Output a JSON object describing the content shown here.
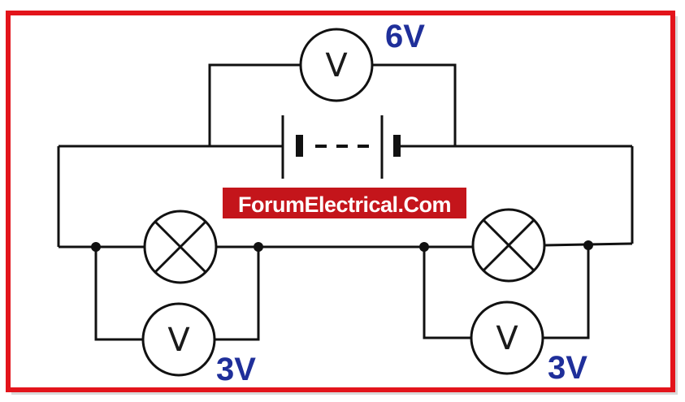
{
  "diagram": {
    "meters": {
      "top": "V",
      "left": "V",
      "right": "V"
    },
    "readings": {
      "supply": "6V",
      "lamp_left": "3V",
      "lamp_right": "3V"
    },
    "watermark": "ForumElectrical.Com",
    "colors": {
      "border": "#e3141b",
      "wire": "#111111",
      "reading": "#1f2f9a",
      "watermark_bg": "#c4151b"
    }
  }
}
